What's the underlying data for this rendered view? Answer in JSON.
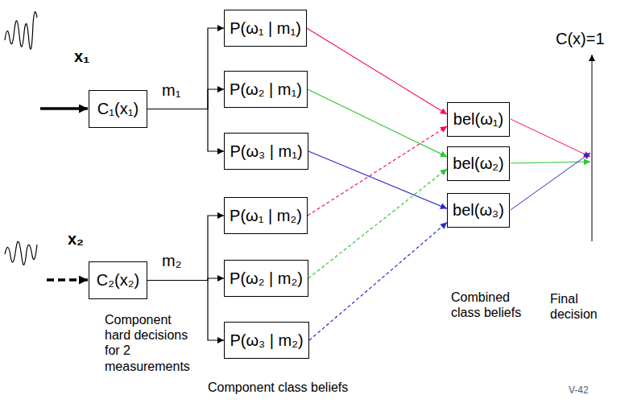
{
  "diagram": {
    "nodes": [
      {
        "text": [
          "C₁(x₁)"
        ]
      },
      {
        "text": [
          "P(ω₁ | m₁)"
        ]
      },
      {
        "text": [
          "P(ω₂ | m₁)"
        ]
      },
      {
        "text": [
          "P(ω₃ | m₁)"
        ]
      },
      {
        "text": [
          "C₂(x₂)"
        ]
      },
      {
        "text": [
          "P(ω₁ | m₂)"
        ]
      },
      {
        "text": [
          "P(ω₂ | m₂)"
        ]
      },
      {
        "text": [
          "P(ω₃ | m₂)"
        ]
      },
      {
        "text": [
          "bel(ω₁)"
        ]
      },
      {
        "text": [
          "bel(ω₂)"
        ]
      },
      {
        "text": [
          "bel(ω₃)"
        ]
      }
    ],
    "edges": [
      {
        "from": 0,
        "to": 1,
        "arrow": "to"
      },
      {
        "from": 0,
        "to": 2,
        "arrow": "to"
      },
      {
        "from": 0,
        "to": 3,
        "arrow": "to"
      },
      {
        "from": 4,
        "to": 5,
        "arrow": "to"
      },
      {
        "from": 4,
        "to": 6,
        "arrow": "to"
      },
      {
        "from": 4,
        "to": 7,
        "arrow": "to"
      },
      {
        "from": 1,
        "to": 8,
        "arrow": "to"
      },
      {
        "from": 2,
        "to": 9,
        "arrow": "to"
      },
      {
        "from": 3,
        "to": 10,
        "arrow": "to"
      },
      {
        "from": 5,
        "to": 8,
        "arrow": "to"
      },
      {
        "from": 6,
        "to": 9,
        "arrow": "to"
      },
      {
        "from": 7,
        "to": 10,
        "arrow": "to"
      }
    ],
    "labels": [
      "x₁",
      "m₁",
      "x₂",
      "m₂",
      "C(x)=1",
      "Component hard decisions for 2 measurements",
      "Component class beliefs",
      "Combined class beliefs",
      "Final decision",
      "V-42"
    ]
  }
}
